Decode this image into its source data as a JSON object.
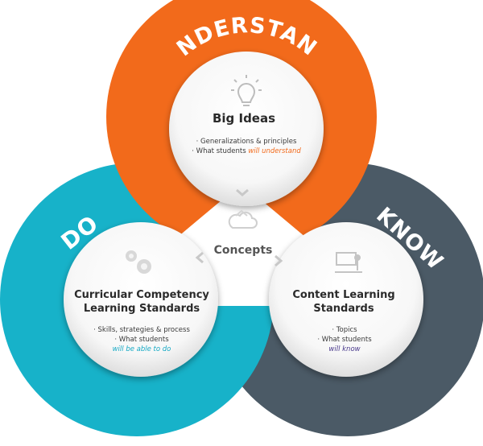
{
  "colors": {
    "understand": "#f26a1b",
    "do": "#17b2c9",
    "know": "#4b5a66",
    "concepts_bg": "#ffffff"
  },
  "rings": {
    "understand": {
      "label": "UNDERSTAND",
      "icon": "lightbulb-icon",
      "title": "Big Ideas",
      "bullet1": "· Generalizations & principles",
      "bullet2_prefix": "· What students ",
      "bullet2_emph": "will understand"
    },
    "do": {
      "label": "DO",
      "icon": "gears-icon",
      "title_line1": "Curricular Competency",
      "title_line2": "Learning Standards",
      "bullet1": "· Skills, strategies & process",
      "bullet2": "· What students",
      "bullet3_emph": "will be able to do"
    },
    "know": {
      "label": "KNOW",
      "icon": "teacher-icon",
      "title_line1": "Content Learning",
      "title_line2": "Standards",
      "bullet1": "· Topics",
      "bullet2": "· What students",
      "bullet3_emph": "will know"
    }
  },
  "center": {
    "label": "Concepts",
    "icon": "cloud-icon"
  }
}
